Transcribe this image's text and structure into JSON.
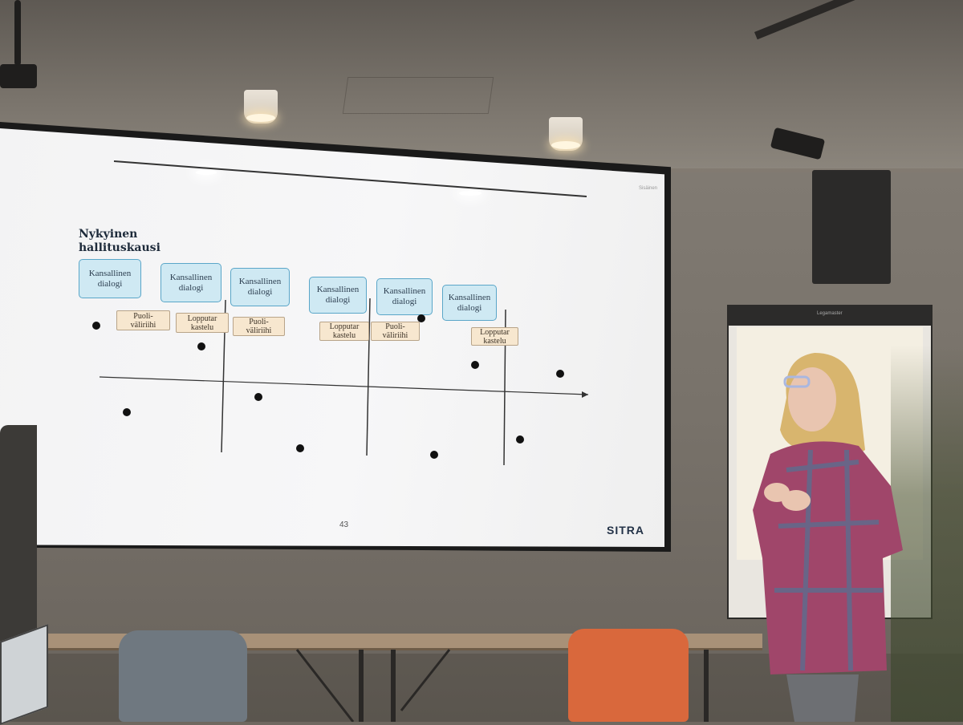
{
  "slide": {
    "corner_label": "Sisäinen",
    "title": "Nykyinen\nhallituskausi",
    "dialogue_boxes": [
      "Kansallinen\ndialogi",
      "Kansallinen\ndialogi",
      "Kansallinen\ndialogi",
      "Kansallinen\ndialogi",
      "Kansallinen\ndialogi",
      "Kansallinen\ndialogi"
    ],
    "milestone_tags": [
      "Puoli-\nväliriihi",
      "Lopputar\nkastelu",
      "Puoli-\nväliriihi",
      "Lopputar\nkastelu",
      "Puoli-\nväliriihi",
      "Lopputar\nkastelu"
    ],
    "page_number": "43",
    "logo": "SITRA"
  },
  "room": {
    "board_brand": "Legamaster"
  },
  "colors": {
    "dialogue_box_fill": "#cfe9f3",
    "dialogue_box_border": "#5aa6c8",
    "tag_fill": "#f7e7cf",
    "title_color": "#1d2a3a",
    "logo_color": "#233247"
  }
}
